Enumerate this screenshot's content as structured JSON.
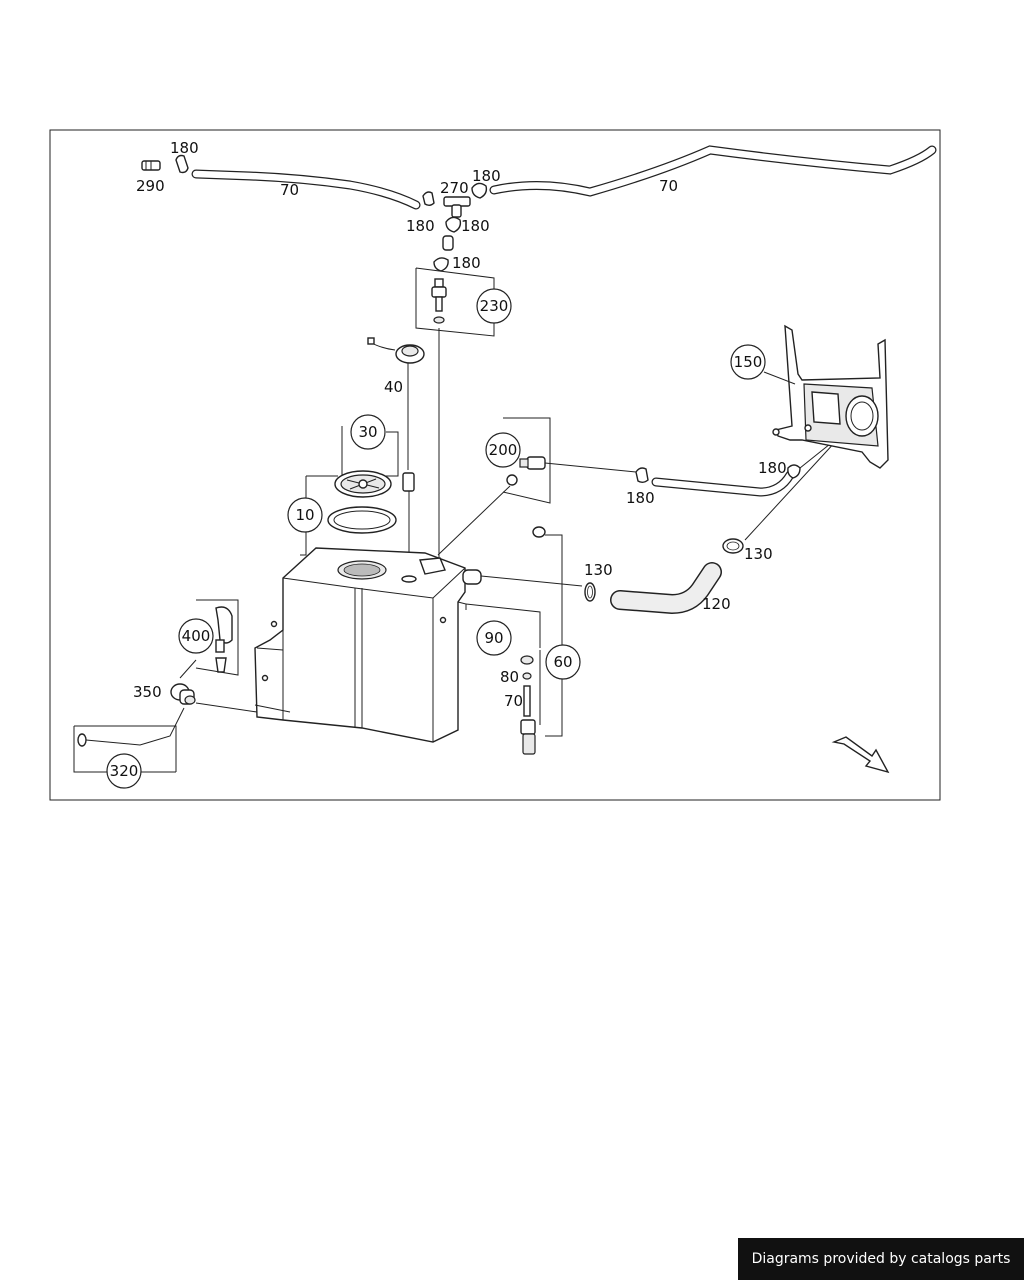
{
  "labels": {
    "l180a": "180",
    "l290": "290",
    "l70a": "70",
    "l270": "270",
    "l180b": "180",
    "l180c": "180",
    "l180d": "180",
    "l70b": "70",
    "l180e": "180",
    "l40": "40",
    "l180f": "180",
    "l180g": "180",
    "l130a": "130",
    "l130b": "130",
    "l120": "120",
    "l80": "80",
    "l70c": "70",
    "l350": "350"
  },
  "callouts": {
    "c230": "230",
    "c150": "150",
    "c30": "30",
    "c200": "200",
    "c10": "10",
    "c90": "90",
    "c60": "60",
    "c400": "400",
    "c320": "320"
  },
  "footer": {
    "text": "Diagrams provided by catalogs parts"
  }
}
